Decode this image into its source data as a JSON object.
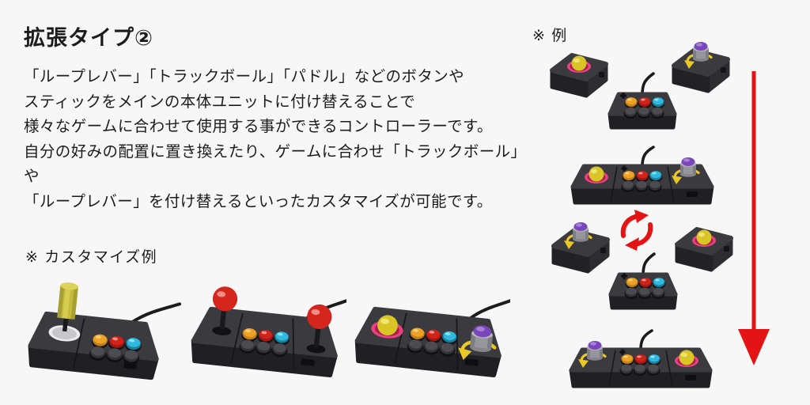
{
  "left_section": {
    "heading": "拡張タイプ②",
    "description_lines": [
      "「ループレバー」「トラックボール」「パドル」などのボタンや",
      "スティックをメインの本体ユニットに付け替えることで",
      "様々なゲームに合わせて使用する事ができるコントローラーです。",
      "自分の好みの配置に置き換えたり、ゲームに合わせ「トラックボール」や",
      "「ループレバー」を付け替えるといったカスタマイズが可能です。"
    ],
    "customize_label": "※ カスタマイズ例",
    "controllers": [
      {
        "name": "loop-lever-controller"
      },
      {
        "name": "twin-lever-controller"
      },
      {
        "name": "trackball-paddle-controller"
      }
    ]
  },
  "right_section": {
    "example_label": "※ 例",
    "flow_rows": [
      {
        "items": [
          "trackball-unit",
          "main-unit",
          "paddle-unit"
        ]
      },
      {
        "items": [
          "combined-unit-trackball-left"
        ]
      },
      {
        "items": [
          "paddle-unit",
          "swap-arrows",
          "trackball-unit",
          "main-unit"
        ]
      },
      {
        "items": [
          "combined-unit-paddle-left"
        ]
      }
    ],
    "down_arrow": "red-down-arrow"
  },
  "palette": {
    "background": "#f7f7f7",
    "text": "#1c1c1c",
    "body_top": "#3a3a3f",
    "body_front": "#202024",
    "button_orange": "#eda227",
    "button_red": "#d0231a",
    "button_cyan": "#2fb9de",
    "button_gray": "#4b4b50",
    "trackball_yellow": "#d9c626",
    "trackball_ring_pink": "#e8437d",
    "paddle_purple": "#7a47ba",
    "paddle_silver": "#a9a9af",
    "paddle_ring_yellow": "#eac827",
    "lever_yellow": "#c5ba3e",
    "joystick_red": "#d5261d",
    "arrow_red": "#e51414"
  }
}
